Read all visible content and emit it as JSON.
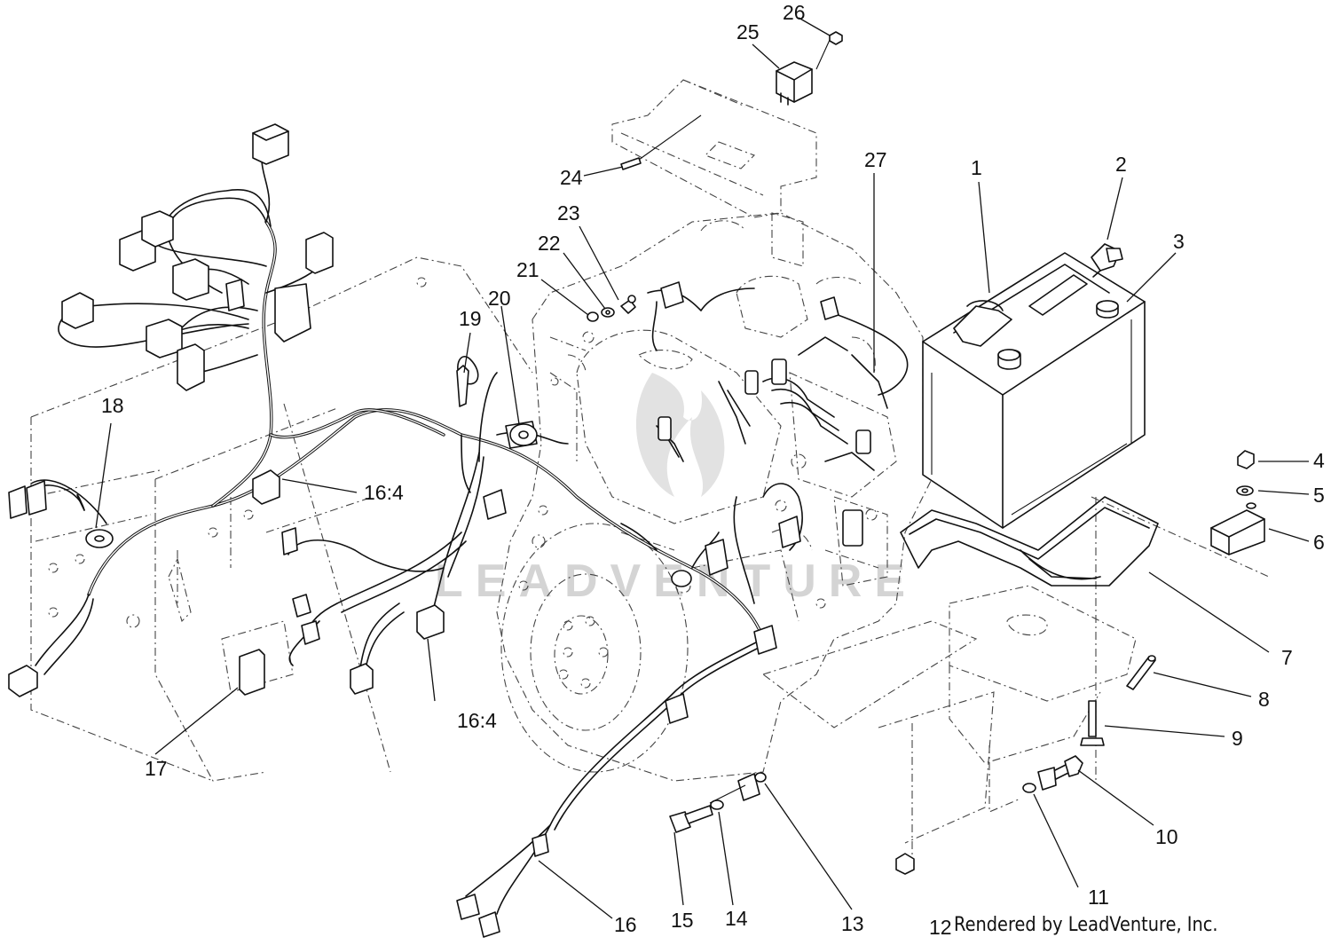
{
  "callouts": [
    {
      "id": "1",
      "label": "1"
    },
    {
      "id": "2",
      "label": "2"
    },
    {
      "id": "3",
      "label": "3"
    },
    {
      "id": "4",
      "label": "4"
    },
    {
      "id": "5",
      "label": "5"
    },
    {
      "id": "6",
      "label": "6"
    },
    {
      "id": "7",
      "label": "7"
    },
    {
      "id": "8",
      "label": "8"
    },
    {
      "id": "9",
      "label": "9"
    },
    {
      "id": "10",
      "label": "10"
    },
    {
      "id": "11",
      "label": "11"
    },
    {
      "id": "12",
      "label": "12"
    },
    {
      "id": "13",
      "label": "13"
    },
    {
      "id": "14",
      "label": "14"
    },
    {
      "id": "15",
      "label": "15"
    },
    {
      "id": "16",
      "label": "16"
    },
    {
      "id": "16-4a",
      "label": "16:4"
    },
    {
      "id": "16-4b",
      "label": "16:4"
    },
    {
      "id": "17",
      "label": "17"
    },
    {
      "id": "18",
      "label": "18"
    },
    {
      "id": "19",
      "label": "19"
    },
    {
      "id": "20",
      "label": "20"
    },
    {
      "id": "21",
      "label": "21"
    },
    {
      "id": "22",
      "label": "22"
    },
    {
      "id": "23",
      "label": "23"
    },
    {
      "id": "24",
      "label": "24"
    },
    {
      "id": "25",
      "label": "25"
    },
    {
      "id": "26",
      "label": "26"
    },
    {
      "id": "27",
      "label": "27"
    }
  ],
  "watermark": "LEADVENTURE",
  "footer": "Rendered by LeadVenture, Inc."
}
